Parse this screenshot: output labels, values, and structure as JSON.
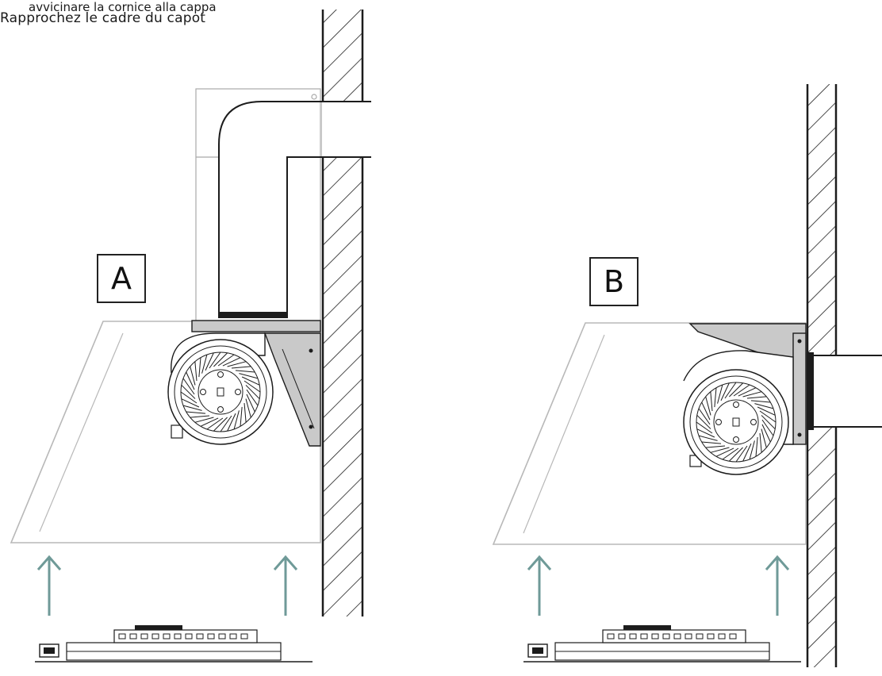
{
  "captions": {
    "italian": "avvicinare la cornice alla cappa",
    "french": "Rapprochez le cadre du capot"
  },
  "labels": {
    "a": "A",
    "b": "B"
  },
  "colors": {
    "line": "#1c1c1c",
    "hood_outline": "#b8b8b8",
    "bracket_fill": "#c9c9c9",
    "airflow_arrow": "#6f9a98"
  }
}
